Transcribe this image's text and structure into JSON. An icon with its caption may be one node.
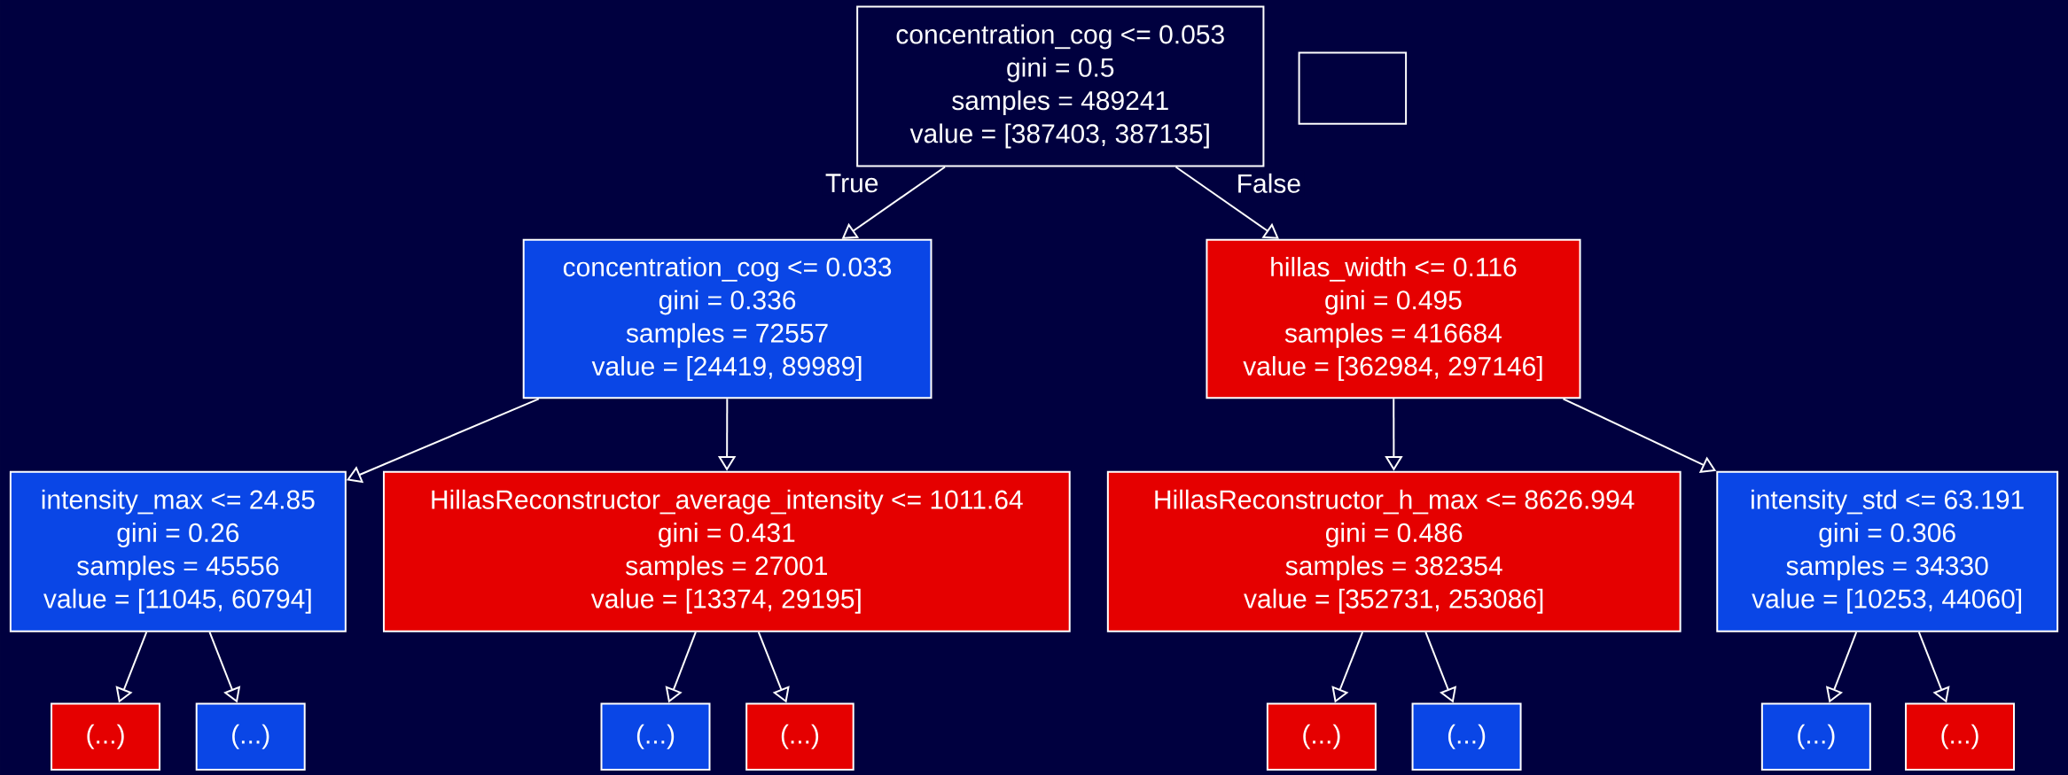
{
  "diagram": {
    "nodes": [
      {
        "text": [
          "concentration_cog <= 0.053",
          "gini = 0.5",
          "samples = 489241",
          "value = [387403, 387135]"
        ]
      },
      {
        "text": [],
        "shape": "box"
      },
      {
        "text": [
          "concentration_cog <= 0.033",
          "gini = 0.336",
          "samples = 72557",
          "value = [24419, 89989]"
        ]
      },
      {
        "text": [
          "hillas_width <= 0.116",
          "gini = 0.495",
          "samples = 416684",
          "value = [362984, 297146]"
        ]
      },
      {
        "text": [
          "intensity_max <= 24.85",
          "gini = 0.26",
          "samples = 45556",
          "value = [11045, 60794]"
        ]
      },
      {
        "text": [
          "HillasReconstructor_average_intensity <= 1011.64",
          "gini = 0.431",
          "samples = 27001",
          "value = [13374, 29195]"
        ]
      },
      {
        "text": [
          "HillasReconstructor_h_max <= 8626.994",
          "gini = 0.486",
          "samples = 382354",
          "value = [352731, 253086]"
        ]
      },
      {
        "text": [
          "intensity_std <= 63.191",
          "gini = 0.306",
          "samples = 34330",
          "value = [10253, 44060]"
        ]
      },
      {
        "text": [
          "(...)"
        ]
      },
      {
        "text": [
          "(...)"
        ]
      },
      {
        "text": [
          "(...)"
        ]
      },
      {
        "text": [
          "(...)"
        ]
      },
      {
        "text": [
          "(...)"
        ]
      },
      {
        "text": [
          "(...)"
        ]
      },
      {
        "text": [
          "(...)"
        ]
      },
      {
        "text": [
          "(...)"
        ]
      }
    ],
    "edges": [
      {
        "from": 0,
        "to": 2,
        "arrow": "to",
        "label": "True"
      },
      {
        "from": 0,
        "to": 3,
        "arrow": "to",
        "label": "False"
      },
      {
        "from": 2,
        "to": 4,
        "arrow": "to"
      },
      {
        "from": 2,
        "to": 5,
        "arrow": "to"
      },
      {
        "from": 3,
        "to": 6,
        "arrow": "to"
      },
      {
        "from": 3,
        "to": 7,
        "arrow": "to"
      },
      {
        "from": 4,
        "to": 8,
        "arrow": "to"
      },
      {
        "from": 4,
        "to": 9,
        "arrow": "to"
      },
      {
        "from": 5,
        "to": 10,
        "arrow": "to"
      },
      {
        "from": 5,
        "to": 11,
        "arrow": "to"
      },
      {
        "from": 6,
        "to": 12,
        "arrow": "to"
      },
      {
        "from": 6,
        "to": 13,
        "arrow": "to"
      },
      {
        "from": 7,
        "to": 14,
        "arrow": "to"
      },
      {
        "from": 7,
        "to": 15,
        "arrow": "to"
      }
    ]
  }
}
